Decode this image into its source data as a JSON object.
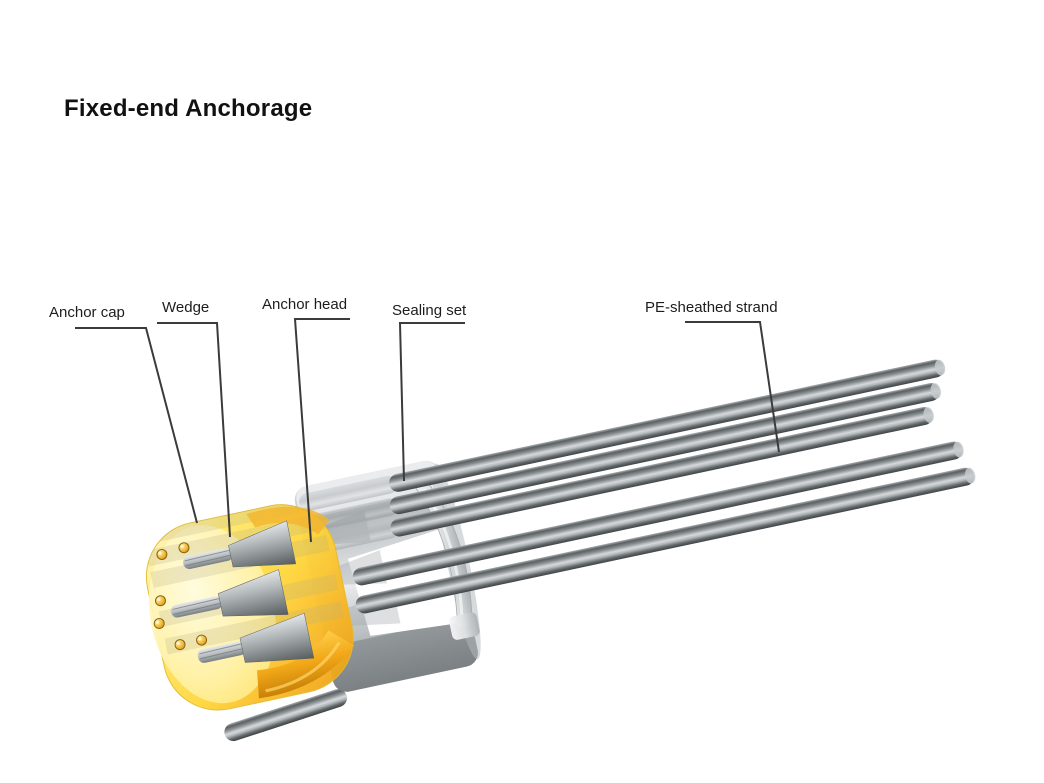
{
  "title": "Fixed-end Anchorage",
  "diagram": {
    "labels": [
      {
        "id": "anchor-cap",
        "text": "Anchor cap"
      },
      {
        "id": "wedge",
        "text": "Wedge"
      },
      {
        "id": "anchor-head",
        "text": "Anchor head"
      },
      {
        "id": "sealing-set",
        "text": "Sealing set"
      },
      {
        "id": "pe-sheathed-strand",
        "text": "PE-sheathed strand"
      }
    ],
    "colors": {
      "background": "#ffffff",
      "title_text": "#111111",
      "label_text": "#1d1d1f",
      "leader_line": "#3b3b3d",
      "anchor_cap_yellow": "#ffd63a",
      "anchor_cap_gold": "#f0a71f",
      "anchor_head_grey": "#b7bcbf",
      "sealing_set_grey": "#dfe2e3",
      "strand_dark": "#4a4f52",
      "strand_light": "#d7dadc"
    }
  }
}
